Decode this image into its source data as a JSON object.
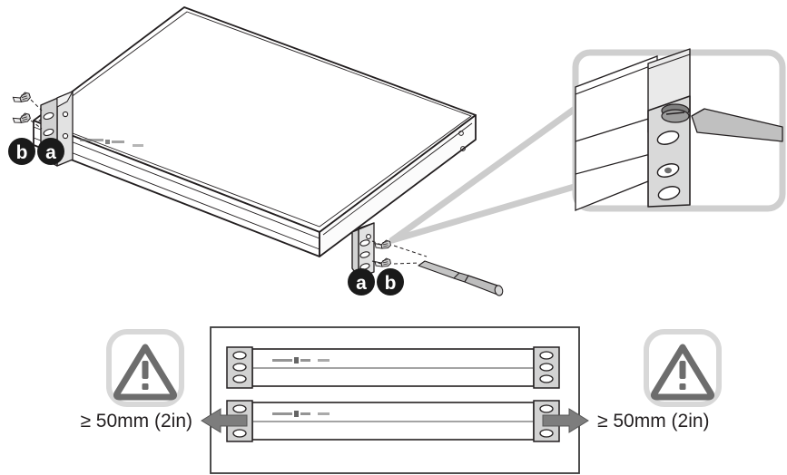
{
  "document": {
    "kind": "rack-mount-installation-diagram",
    "title": "Rack mount bracket installation and clearance"
  },
  "colors": {
    "line": "#231f20",
    "metal_light": "#e8e8e8",
    "metal_mid": "#c9c9c9",
    "metal_dark": "#9a9a9a",
    "badge_fill": "#1a1a1a",
    "badge_text": "#ffffff",
    "callout_border": "#cfcfcf",
    "leader_gray": "#cccccc",
    "warn_gray": "#6d6d6d",
    "warn_ring": "#d8d8d8",
    "panel_border": "#3a3a3a",
    "arrow_fill": "#7d7d7d",
    "device_face": "#ffffff",
    "bracket_fill": "#d2d2d2"
  },
  "top_assembly": {
    "device_label": "1U rack-mount appliance",
    "brand_mark": "",
    "left_bracket": {
      "name": "left mounting bracket",
      "slot_count": 3,
      "screw_count": 2,
      "badges": [
        {
          "letter": "b",
          "meaning": "screws"
        },
        {
          "letter": "a",
          "meaning": "bracket"
        }
      ]
    },
    "right_bracket": {
      "name": "right mounting bracket",
      "slot_count": 3,
      "screw_count": 2,
      "badges": [
        {
          "letter": "a",
          "meaning": "bracket"
        },
        {
          "letter": "b",
          "meaning": "screws"
        }
      ]
    },
    "tool": {
      "name": "screwdriver"
    }
  },
  "detail_callout": {
    "name": "magnified rack rail detail",
    "contents": "bracket fastened to rack post with screw and screwdriver",
    "slot_count": 3
  },
  "clearance_panel": {
    "left_warning": {
      "icon": "warning-triangle-icon",
      "label": "≥ 50mm (2in)"
    },
    "right_warning": {
      "icon": "warning-triangle-icon",
      "label": "≥ 50mm (2in)"
    },
    "devices": [
      {
        "position": "upper",
        "brand_mark": "",
        "slot_count": 3
      },
      {
        "position": "lower",
        "brand_mark": "",
        "slot_count": 3
      }
    ],
    "arrows": [
      {
        "direction": "left",
        "meaning": "side clearance"
      },
      {
        "direction": "right",
        "meaning": "side clearance"
      }
    ]
  }
}
